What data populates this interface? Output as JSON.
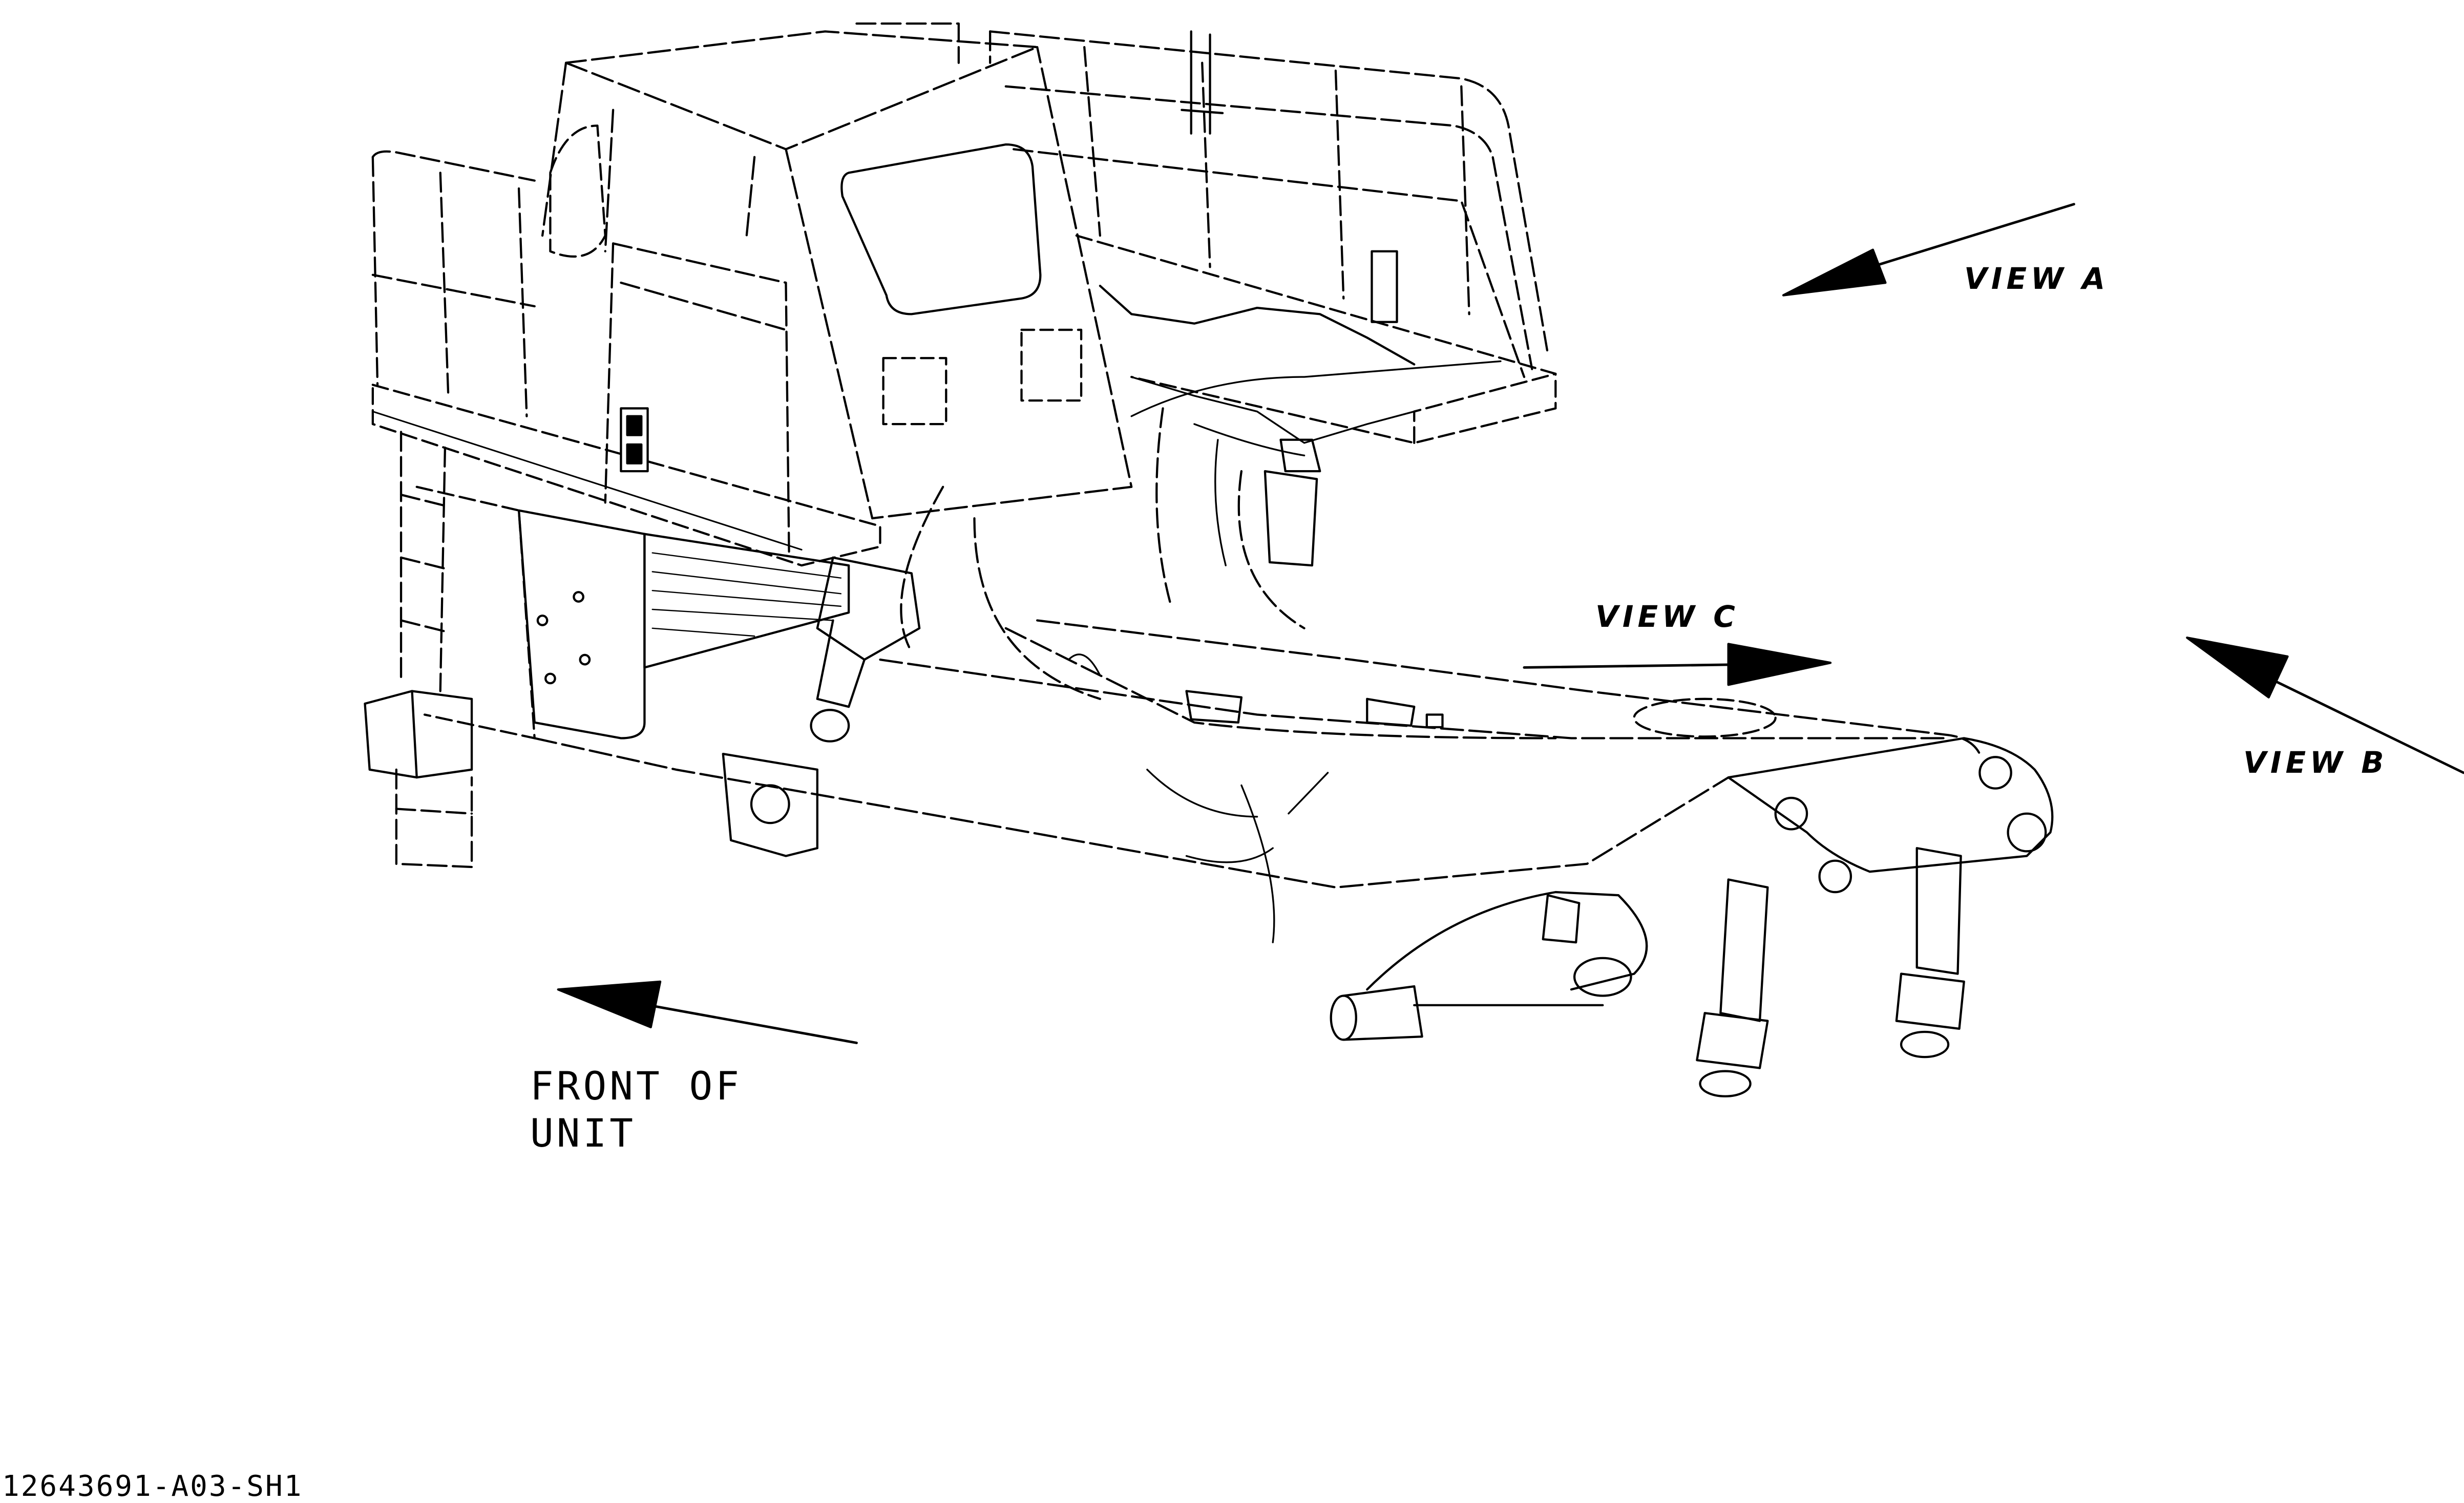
{
  "labels": {
    "view_a": "VIEW A",
    "view_b": "VIEW B",
    "view_c": "VIEW C",
    "front_line1": "FRONT OF",
    "front_line2": "UNIT"
  },
  "part_number": "12643691-A03-SH1",
  "colors": {
    "ink": "#000000",
    "paper": "#ffffff"
  }
}
